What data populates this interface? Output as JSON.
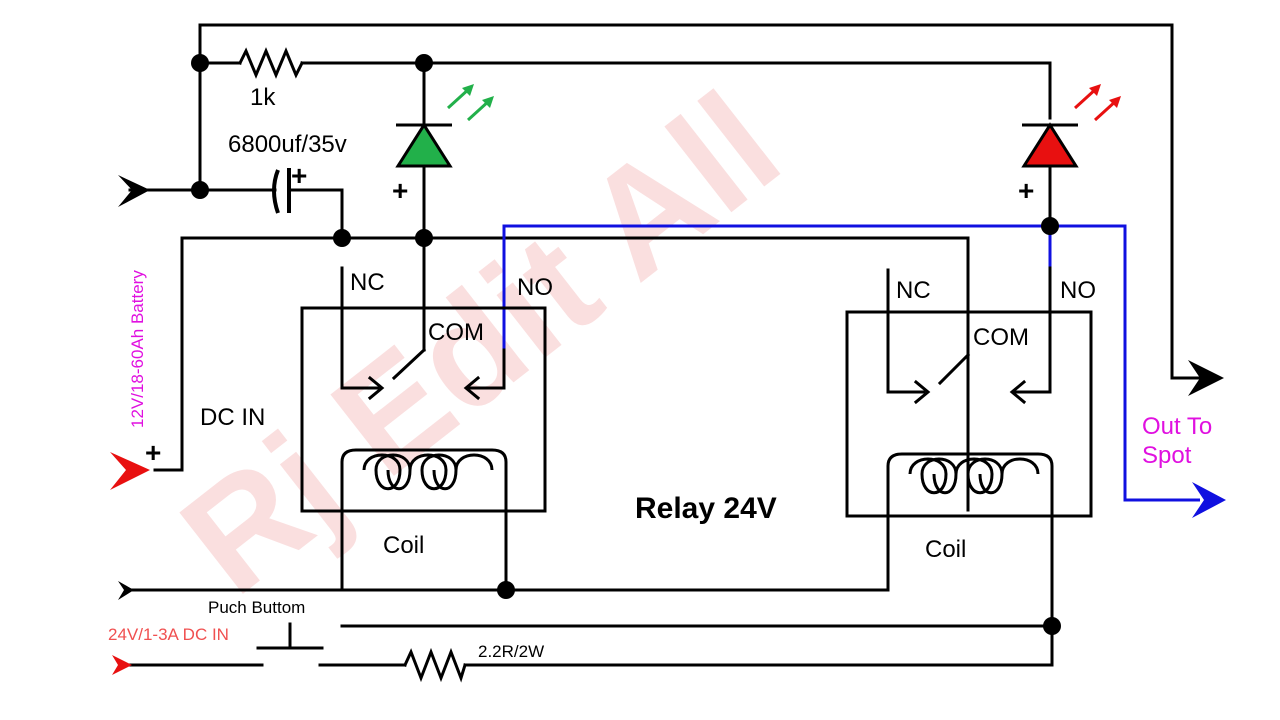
{
  "colors": {
    "wire": "#000000",
    "no_line": "#1010e0",
    "led_left": "#22b04a",
    "led_right": "#e81010",
    "battery_label": "#e010e0",
    "dc_in_label": "#f05050",
    "out_label": "#e010e0",
    "watermark": "#f6c6c6"
  },
  "labels": {
    "resistor_1k": "1k",
    "capacitor": "6800uf/35v",
    "battery_in": "12V/18-60Ah Battery",
    "dc_in": "DC IN",
    "relay_title": "Relay 24V",
    "push_button": "Puch Buttom",
    "charger_in": "24V/1-3A DC IN",
    "resistor_2r2": "2.2R/2W",
    "out_to_spot_1": "Out To",
    "out_to_spot_2": "Spot",
    "plus": "+",
    "watermark": "Rj Edit All"
  },
  "relays": [
    {
      "nc": "NC",
      "no": "NO",
      "com": "COM",
      "coil": "Coil"
    },
    {
      "nc": "NC",
      "no": "NO",
      "com": "COM",
      "coil": "Coil"
    }
  ]
}
